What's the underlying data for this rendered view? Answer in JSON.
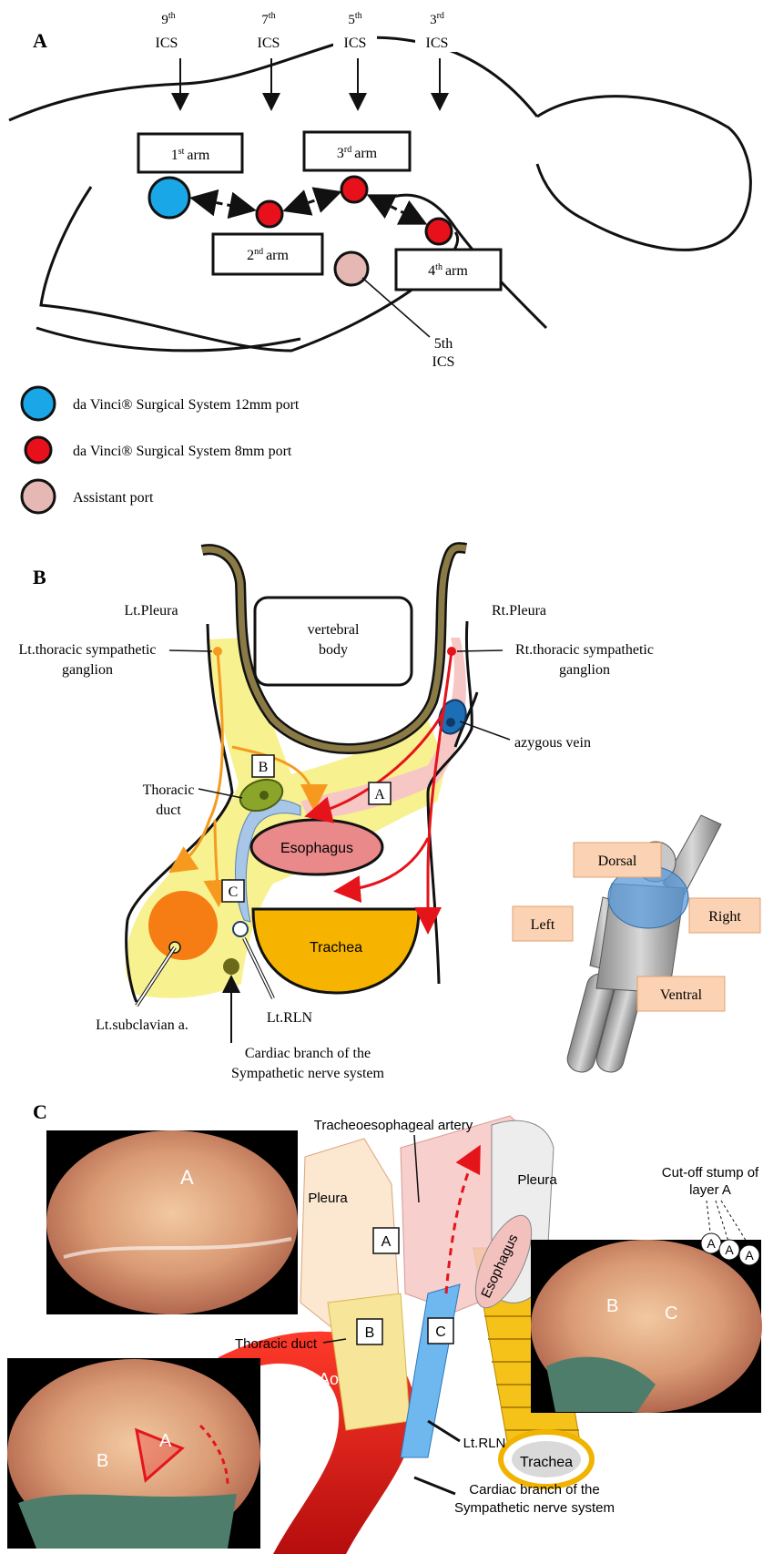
{
  "colors": {
    "port_12mm": "#1aa7e8",
    "port_8mm": "#e8101a",
    "assistant_port": "#e6b8b4",
    "fat_yellow": "#f7f08a",
    "pleura_pink": "#f6c7c4",
    "esophagus": "#e9898a",
    "trachea": "#f6b400",
    "thoracic_duct": "#8aa52a",
    "orange_nerve": "#f59a1e",
    "red_nerve": "#e5141a",
    "azygous_vein": "#1d6fb5",
    "subclavian": "#f57d13",
    "rln_blue": "#a7c6e8",
    "label_box_bg": "#fbd3b4",
    "aorta": "#d81313"
  },
  "panel_a": {
    "letter": "A",
    "ics": [
      {
        "num": "9",
        "sup": "th",
        "label": "ICS"
      },
      {
        "num": "7",
        "sup": "th",
        "label": "ICS"
      },
      {
        "num": "5",
        "sup": "th",
        "label": "ICS"
      },
      {
        "num": "3",
        "sup": "rd",
        "label": "ICS"
      }
    ],
    "arms": [
      {
        "num": "1",
        "sup": "st",
        "label": "arm"
      },
      {
        "num": "2",
        "sup": "nd",
        "label": "arm"
      },
      {
        "num": "3",
        "sup": "rd",
        "label": "arm"
      },
      {
        "num": "4",
        "sup": "th",
        "label": "arm"
      }
    ],
    "assistant_ics_line1": "5th",
    "assistant_ics_line2": "ICS",
    "legend": [
      {
        "label": "da Vinci® Surgical System 12mm port"
      },
      {
        "label": "da Vinci® Surgical System 8mm port"
      },
      {
        "label": "Assistant port"
      }
    ]
  },
  "panel_b": {
    "letter": "B",
    "vertebral_body_line1": "vertebral",
    "vertebral_body_line2": "body",
    "lt_pleura": "Lt.Pleura",
    "rt_pleura": "Rt.Pleura",
    "lt_ganglion_line1": "Lt.thoracic sympathetic",
    "lt_ganglion_line2": "ganglion",
    "rt_ganglion_line1": "Rt.thoracic sympathetic",
    "rt_ganglion_line2": "ganglion",
    "azygous": "azygous vein",
    "thoracic_duct_line1": "Thoracic",
    "thoracic_duct_line2": "duct",
    "esophagus": "Esophagus",
    "trachea": "Trachea",
    "layer_a": "A",
    "layer_b": "B",
    "layer_c": "C",
    "lt_subclavian": "Lt.subclavian a.",
    "lt_rln": "Lt.RLN",
    "cardiac_line1": "Cardiac branch of the",
    "cardiac_line2": "Sympathetic nerve system",
    "orientation": {
      "dorsal": "Dorsal",
      "left": "Left",
      "right": "Right",
      "ventral": "Ventral"
    }
  },
  "panel_c": {
    "letter": "C",
    "tracheoesophageal": "Tracheoesophageal artery",
    "pleura_left": "Pleura",
    "pleura_right": "Pleura",
    "esophagus": "Esophagus",
    "layer_a": "A",
    "layer_b": "B",
    "layer_c": "C",
    "thoracic_duct": "Thoracic duct",
    "aorta": "Aorta",
    "trachea": "Trachea",
    "lt_rln": "Lt.RLN",
    "cardiac_line1": "Cardiac branch of the",
    "cardiac_line2": "Sympathetic nerve system",
    "cutoff_line1": "Cut-off stump of",
    "cutoff_line2": "layer A",
    "photo1_label": "A",
    "photo2_label_a": "A",
    "photo2_label_b": "B",
    "photo3_label_b": "B",
    "photo3_label_c": "C",
    "stump_a": "A"
  }
}
